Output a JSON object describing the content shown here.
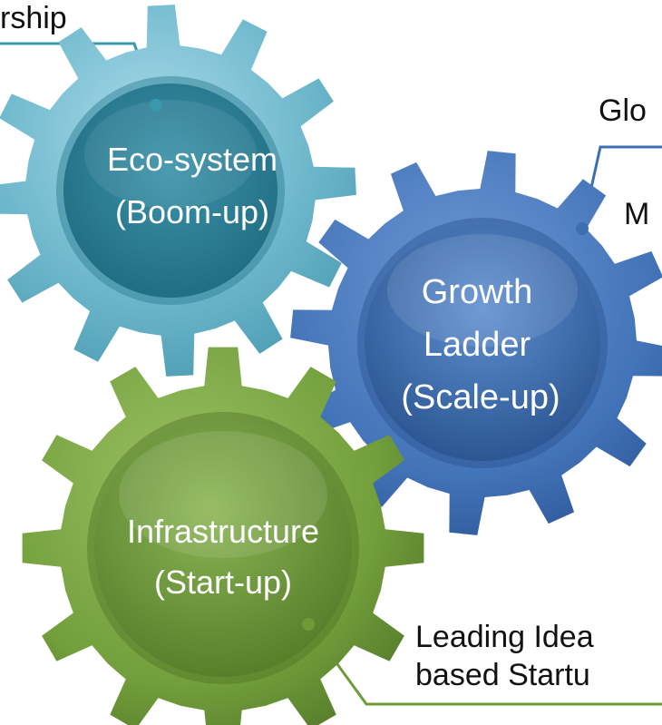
{
  "diagram": {
    "gears": [
      {
        "id": "eco",
        "title": "Eco-system",
        "subtitle": "(Boom-up)",
        "color": "#3b95ad"
      },
      {
        "id": "growth",
        "line1": "Growth",
        "line2": "Ladder",
        "line3": "(Scale-up)",
        "color": "#3d6eb2"
      },
      {
        "id": "infra",
        "title": "Infrastructure",
        "subtitle": "(Start-up)",
        "color": "#6f9a38"
      }
    ],
    "callouts": {
      "top_left": "rship",
      "right_top": "Glo",
      "right_mid": "M",
      "bottom_line1": "Leading Idea",
      "bottom_line2": "based Startu"
    }
  }
}
